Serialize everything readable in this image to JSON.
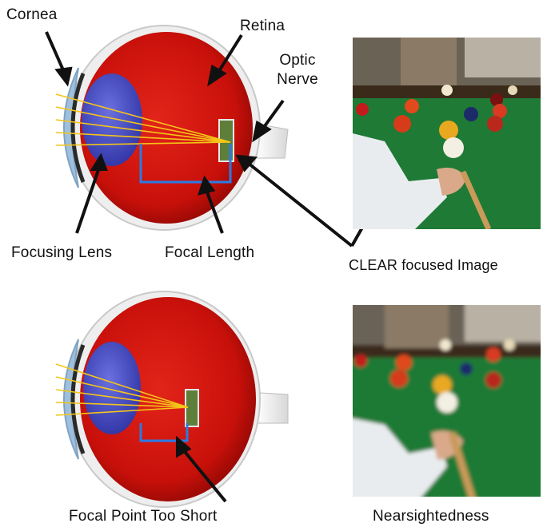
{
  "labels": {
    "cornea": "Cornea",
    "retina": "Retina",
    "optic_nerve_line1": "Optic",
    "optic_nerve_line2": "Nerve",
    "focusing_lens": "Focusing Lens",
    "focal_length": "Focal Length",
    "clear_image": "CLEAR focused Image",
    "focal_point_short": "Focal Point Too Short",
    "nearsightedness": "Nearsightedness"
  },
  "colors": {
    "eyeball": "#d8140e",
    "eyeball_dark": "#9a0a06",
    "sclera": "#f2f2f2",
    "lens": "#4a4fc4",
    "cornea": "#9fc0dc",
    "light_ray": "#f5c518",
    "focal_bracket": "#2a7be4",
    "table_felt": "#1e7a35",
    "nerve": "#e8e8e8"
  },
  "panels": [
    {
      "id": "normal",
      "image_state": "sharp"
    },
    {
      "id": "nearsighted",
      "image_state": "blurred"
    }
  ]
}
